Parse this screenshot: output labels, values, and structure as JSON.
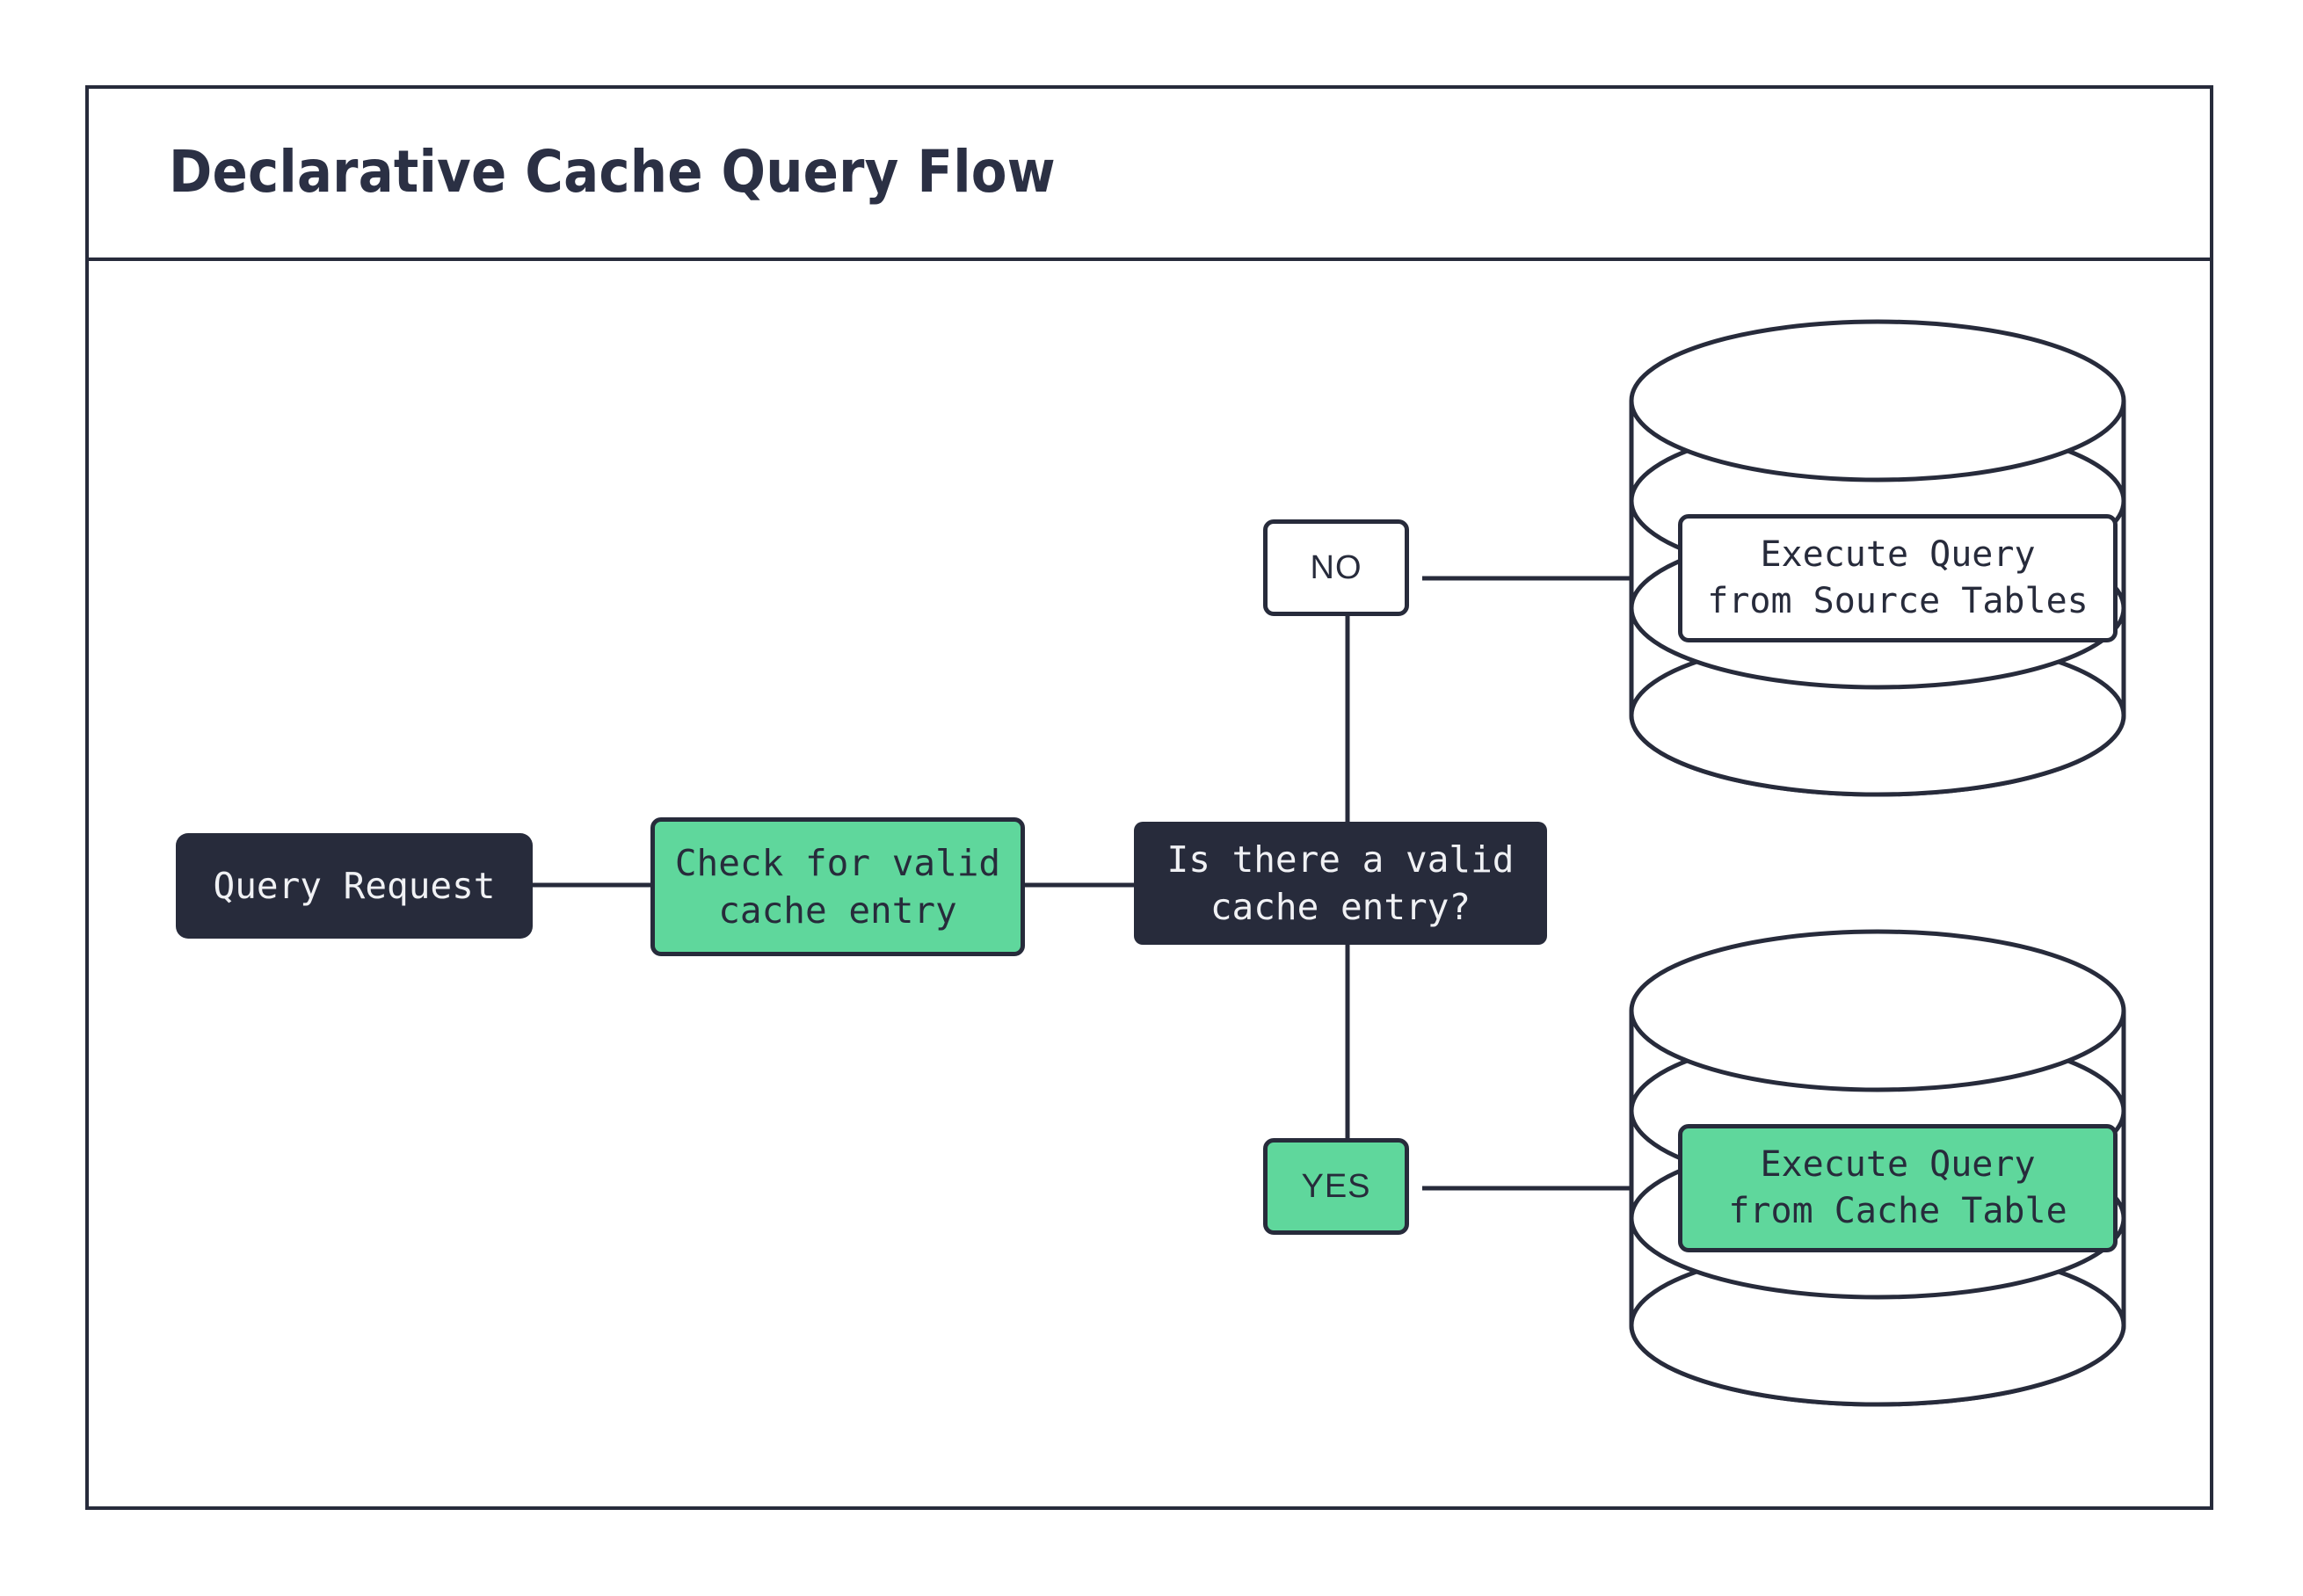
{
  "diagram": {
    "title": "Declarative Cache Query Flow",
    "colors": {
      "ink": "#272B3B",
      "green": "#5FD79C",
      "white": "#FFFFFF",
      "background": "#FFFFFF"
    },
    "nodes": {
      "query_request": "Query Request",
      "check_cache": "Check for valid\ncache entry",
      "decision": "Is there a valid\ncache entry?",
      "branch_no": "NO",
      "branch_yes": "YES",
      "source_db_label": "Execute Query\nfrom Source Tables",
      "cache_db_label": "Execute Query\nfrom Cache Table"
    },
    "icons": {
      "source_database": "database-cylinder-icon",
      "cache_database": "database-cylinder-icon"
    },
    "edges": [
      {
        "from": "Query Request",
        "to": "Check for valid cache entry",
        "label": ""
      },
      {
        "from": "Check for valid cache entry",
        "to": "Is there a valid cache entry?",
        "label": ""
      },
      {
        "from": "Is there a valid cache entry?",
        "to": "NO",
        "label": "NO"
      },
      {
        "from": "NO",
        "to": "Execute Query from Source Tables",
        "label": ""
      },
      {
        "from": "Is there a valid cache entry?",
        "to": "YES",
        "label": "YES"
      },
      {
        "from": "YES",
        "to": "Execute Query from Cache Table",
        "label": ""
      }
    ]
  }
}
